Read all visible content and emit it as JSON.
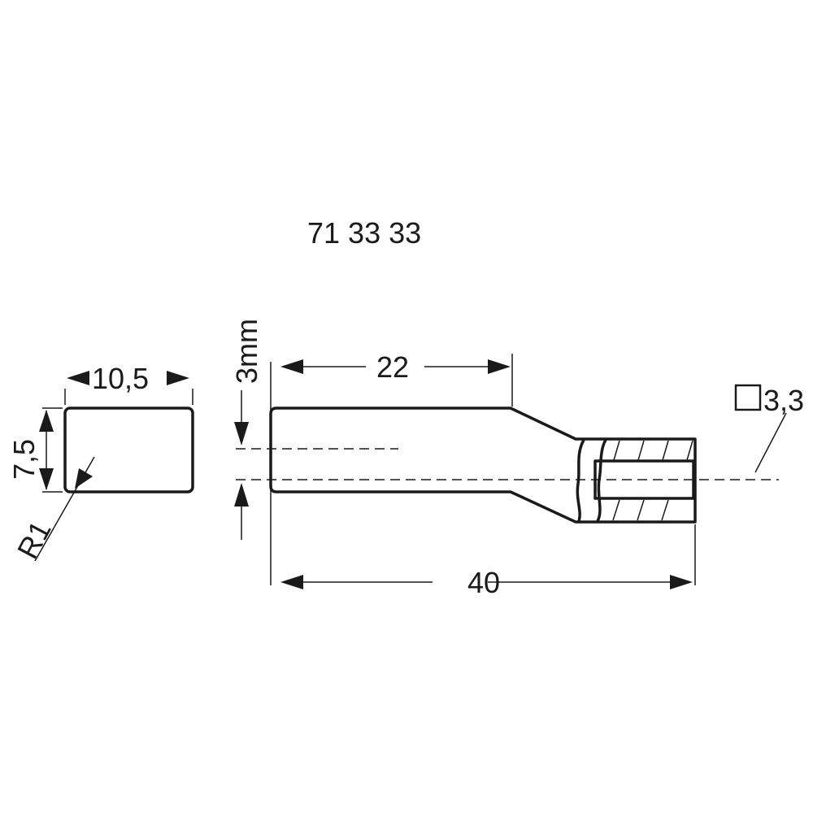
{
  "drawing": {
    "part_number": "71 33 33",
    "background": "#ffffff",
    "line_color": "#1a1a1a"
  },
  "cross_section": {
    "width_label": "10,5",
    "height_label": "7,5",
    "radius_label": "R1"
  },
  "side_view": {
    "offset_label": "3mm",
    "shank_length_label": "22",
    "total_length_label": "40",
    "socket_label": "3,3",
    "socket_symbol": "square"
  }
}
